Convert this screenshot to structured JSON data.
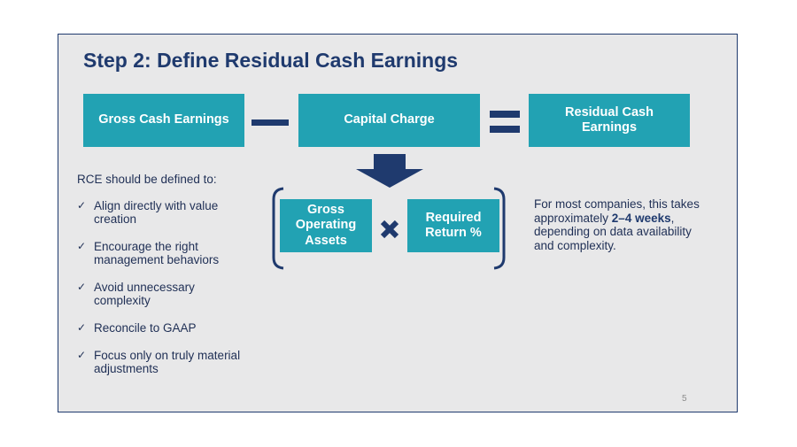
{
  "slide": {
    "title": "Step 2: Define Residual Cash Earnings",
    "page_number": "5"
  },
  "equation": {
    "term1": "Gross Cash Earnings",
    "term2": "Capital Charge",
    "result": "Residual Cash Earnings",
    "operator_minus": "minus-icon",
    "operator_equals": "equals-icon"
  },
  "breakdown": {
    "factor1": "Gross Operating Assets",
    "factor2": "Required Return %",
    "operator": "multiply-icon"
  },
  "criteria": {
    "intro": "RCE should be defined to:",
    "items": [
      "Align directly with value creation",
      "Encourage the right management behaviors",
      "Avoid unnecessary complexity",
      "Reconcile to GAAP",
      "Focus only on truly material adjustments"
    ]
  },
  "note": {
    "before": "For most companies, this takes approximately ",
    "bold": "2–4 weeks",
    "after": ", depending on data availability and complexity."
  },
  "colors": {
    "navy": "#1f3a6e",
    "teal": "#22a2b3",
    "slide_bg": "#e8e8e9"
  }
}
